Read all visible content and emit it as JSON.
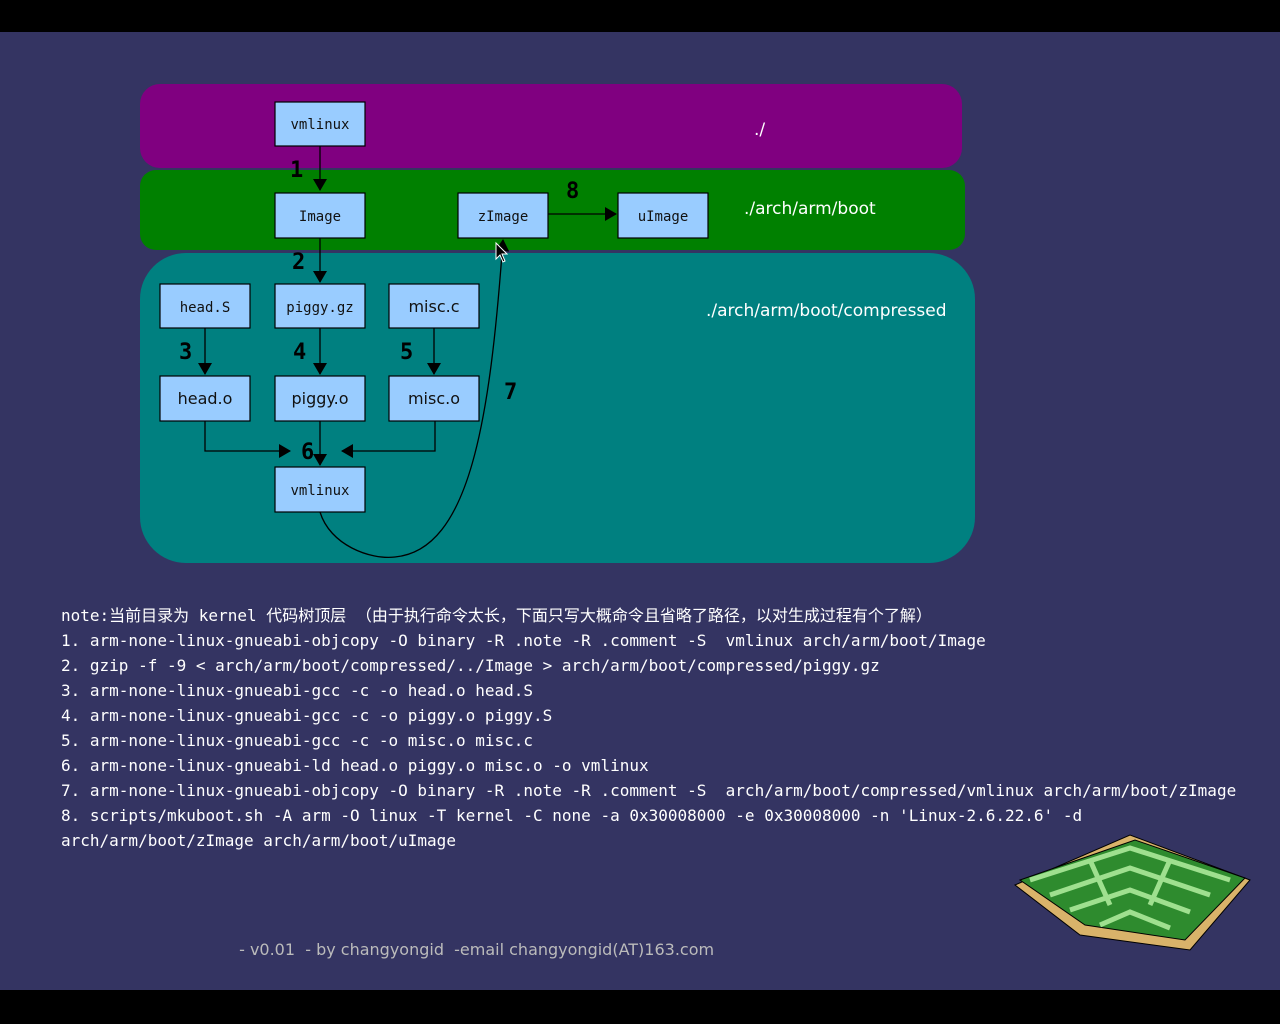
{
  "diagram": {
    "regions": {
      "root": {
        "label": "./",
        "color": "#800080"
      },
      "boot": {
        "label": "./arch/arm/boot",
        "color": "#008000"
      },
      "compressed": {
        "label": "./arch/arm/boot/compressed",
        "color": "#008080"
      }
    },
    "nodes": {
      "vmlinux_top": "vmlinux",
      "image": "Image",
      "zimage": "zImage",
      "uimage": "uImage",
      "head_s": "head.S",
      "piggy_gz": "piggy.gz",
      "misc_c": "misc.c",
      "head_o": "head.o",
      "piggy_o": "piggy.o",
      "misc_o": "misc.o",
      "vmlinux_bottom": "vmlinux"
    },
    "steps": [
      "1",
      "2",
      "3",
      "4",
      "5",
      "6",
      "7",
      "8"
    ],
    "node_color": "#99ccff"
  },
  "notes": {
    "lines": [
      "note:当前目录为 kernel 代码树顶层 （由于执行命令太长，下面只写大概命令且省略了路径，以对生成过程有个了解）",
      "1. arm-none-linux-gnueabi-objcopy -O binary -R .note -R .comment -S  vmlinux arch/arm/boot/Image",
      "2. gzip -f -9 < arch/arm/boot/compressed/../Image > arch/arm/boot/compressed/piggy.gz",
      "3. arm-none-linux-gnueabi-gcc -c -o head.o head.S",
      "4. arm-none-linux-gnueabi-gcc -c -o piggy.o piggy.S",
      "5. arm-none-linux-gnueabi-gcc -c -o misc.o misc.c",
      "6. arm-none-linux-gnueabi-ld head.o piggy.o misc.o -o vmlinux",
      "7. arm-none-linux-gnueabi-objcopy -O binary -R .note -R .comment -S  arch/arm/boot/compressed/vmlinux arch/arm/boot/zImage",
      "8. scripts/mkuboot.sh -A arm -O linux -T kernel -C none -a 0x30008000 -e 0x30008000 -n 'Linux-2.6.22.6' -d",
      "arch/arm/boot/zImage arch/arm/boot/uImage"
    ]
  },
  "footer": " - v0.01  - by changyongid  -email changyongid(AT)163.com",
  "background_color": "#343462"
}
